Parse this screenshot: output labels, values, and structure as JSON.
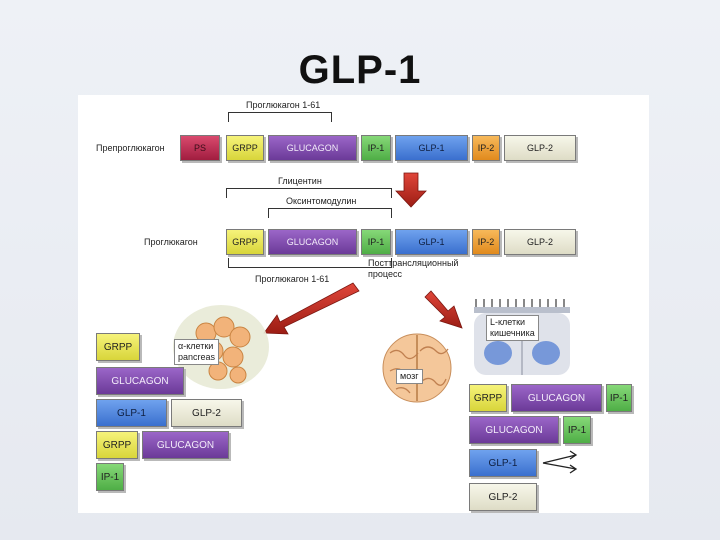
{
  "title": "GLP-1",
  "brackets": {
    "proglucagon_1_61_top": "Проглюкагон 1-61",
    "glicentin": "Глицентин",
    "oxyntomodulin": "Оксинтомодулин",
    "proglucagon_1_61_bottom": "Проглюкагон 1-61",
    "posttranslational": "Посттрансляционный процесс"
  },
  "row_labels": {
    "preproglucagon": "Препроглюкагон",
    "proglucagon": "Проглюкагон"
  },
  "segments": {
    "ps": "PS",
    "grpp": "GRPP",
    "glucagon": "GLUCAGON",
    "ip1": "IP-1",
    "glp1": "GLP-1",
    "ip2": "IP-2",
    "glp2": "GLP-2"
  },
  "cells": {
    "alpha_line1": "α-клетки",
    "alpha_line2": "pancreas",
    "brain": "мозг",
    "lcell_line1": "L-клетки",
    "lcell_line2": "кишечника"
  },
  "colors": {
    "ps": "#b8264a",
    "grpp": "#ecea5a",
    "glucagon": "#7e4bb0",
    "ip1": "#6cc35f",
    "glp1": "#4f86dd",
    "ip2": "#eea33a",
    "glp2": "#ebeadb",
    "arrow": "#c0281c"
  }
}
